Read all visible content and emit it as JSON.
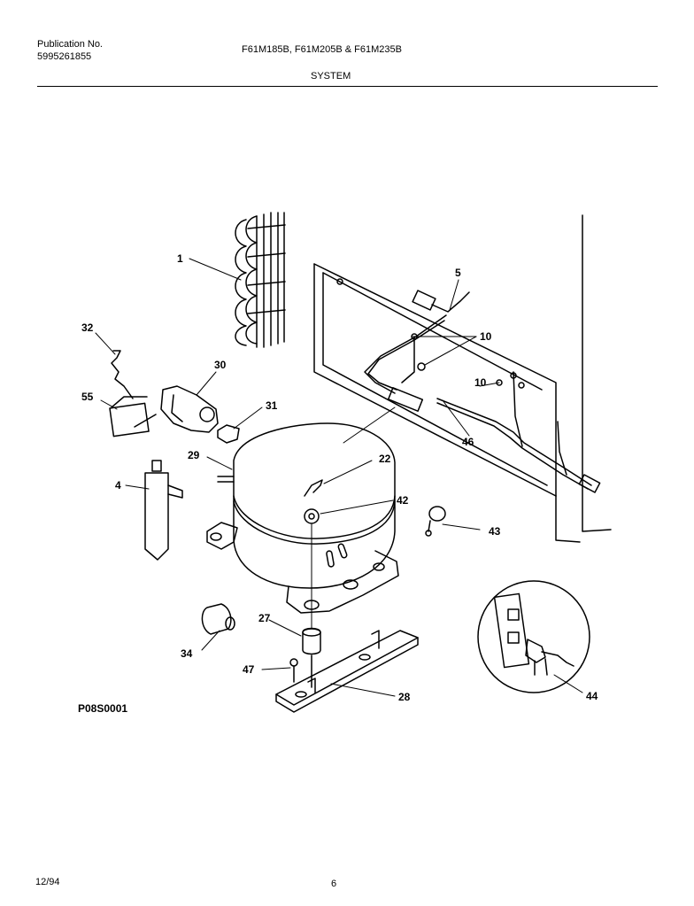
{
  "header": {
    "publication_label": "Publication No.",
    "publication_number": "5995261855",
    "models": "F61M185B, F61M205B & F61M235B",
    "section": "SYSTEM"
  },
  "callouts": {
    "c1": "1",
    "c5": "5",
    "c10a": "10",
    "c10b": "10",
    "c32": "32",
    "c30": "30",
    "c55": "55",
    "c31": "31",
    "c29": "29",
    "c22": "22",
    "c4": "4",
    "c42": "42",
    "c46": "46",
    "c43": "43",
    "c27": "27",
    "c34": "34",
    "c47": "47",
    "c28": "28",
    "c44": "44"
  },
  "footer": {
    "drawing_code": "P08S0001",
    "date": "12/94",
    "page": "6"
  }
}
